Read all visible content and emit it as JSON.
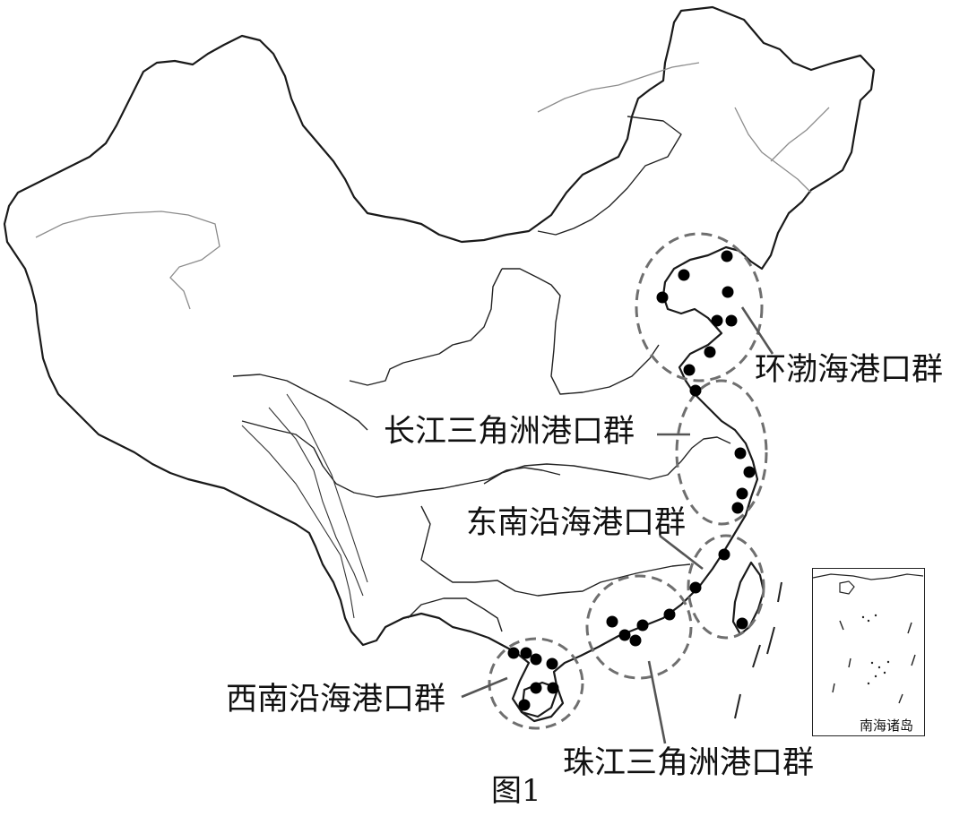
{
  "map": {
    "port_groups": [
      {
        "id": "bohai",
        "label": "环渤海港口群"
      },
      {
        "id": "yangtze",
        "label": "长江三角洲港口群"
      },
      {
        "id": "southeast",
        "label": "东南沿海港口群"
      },
      {
        "id": "pearl",
        "label": "珠江三角洲港口群"
      },
      {
        "id": "southwest",
        "label": "西南沿海港口群"
      }
    ],
    "inset_label": "南海诸岛",
    "caption": "图1"
  },
  "colors": {
    "outline": "#1a1a1a",
    "cluster_dashed": "#6f6f6f",
    "port_dot": "#000000",
    "river": "#8c8c8c"
  }
}
